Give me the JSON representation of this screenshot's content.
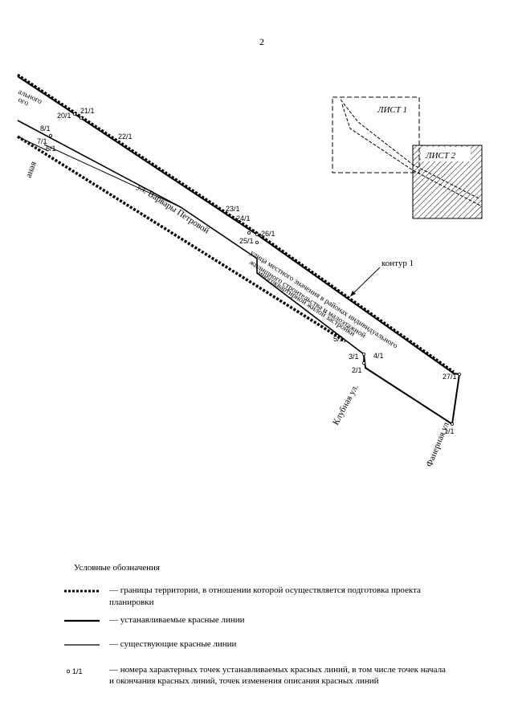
{
  "page": {
    "number": "2"
  },
  "map": {
    "streets": {
      "varvary": "ул. Варвары Петровой",
      "local_line1": "улица местного значения в районах индивидуального",
      "local_line2": "жилищного строительства и малоэтажной",
      "local_line3": "многоквартирной жилой застройки",
      "klubnaya": "Клубная ул.",
      "fanernaya": "Фанерная ул.",
      "left_edge1": "аная",
      "left_edge2": "ального",
      "left_edge3": "ого"
    },
    "contour_label": "контур 1",
    "points": {
      "p20": "20/1",
      "p21": "21/1",
      "p22": "22/1",
      "p8": "8/1",
      "p7": "7/1",
      "p6": "6/1",
      "p23": "23/1",
      "p24": "24/1",
      "p26": "26/1",
      "p25": "25/1",
      "p5": "5/1",
      "p3": "3/1",
      "p4": "4/1",
      "p2": "2/1",
      "p27": "27/1",
      "p1": "1/1"
    },
    "inset": {
      "sheet1": "ЛИСТ 1",
      "sheet2": "ЛИСТ 2"
    }
  },
  "legend": {
    "title": "Условные обозначения",
    "items": [
      {
        "symbol": "dotted-thick-line",
        "text": "— границы территории, в отношении которой осуществляется подготовка проекта планировки"
      },
      {
        "symbol": "thick-line",
        "text": "— устанавливаемые красные линии"
      },
      {
        "symbol": "thin-line",
        "text": "— существующие красные линии"
      },
      {
        "symbol": "point-marker",
        "sample": "1/1",
        "text": "— номера характерных точек устанавливаемых красных линий, в том числе точек начала и окончания красных линий, точек изменения описания красных линий"
      }
    ]
  }
}
